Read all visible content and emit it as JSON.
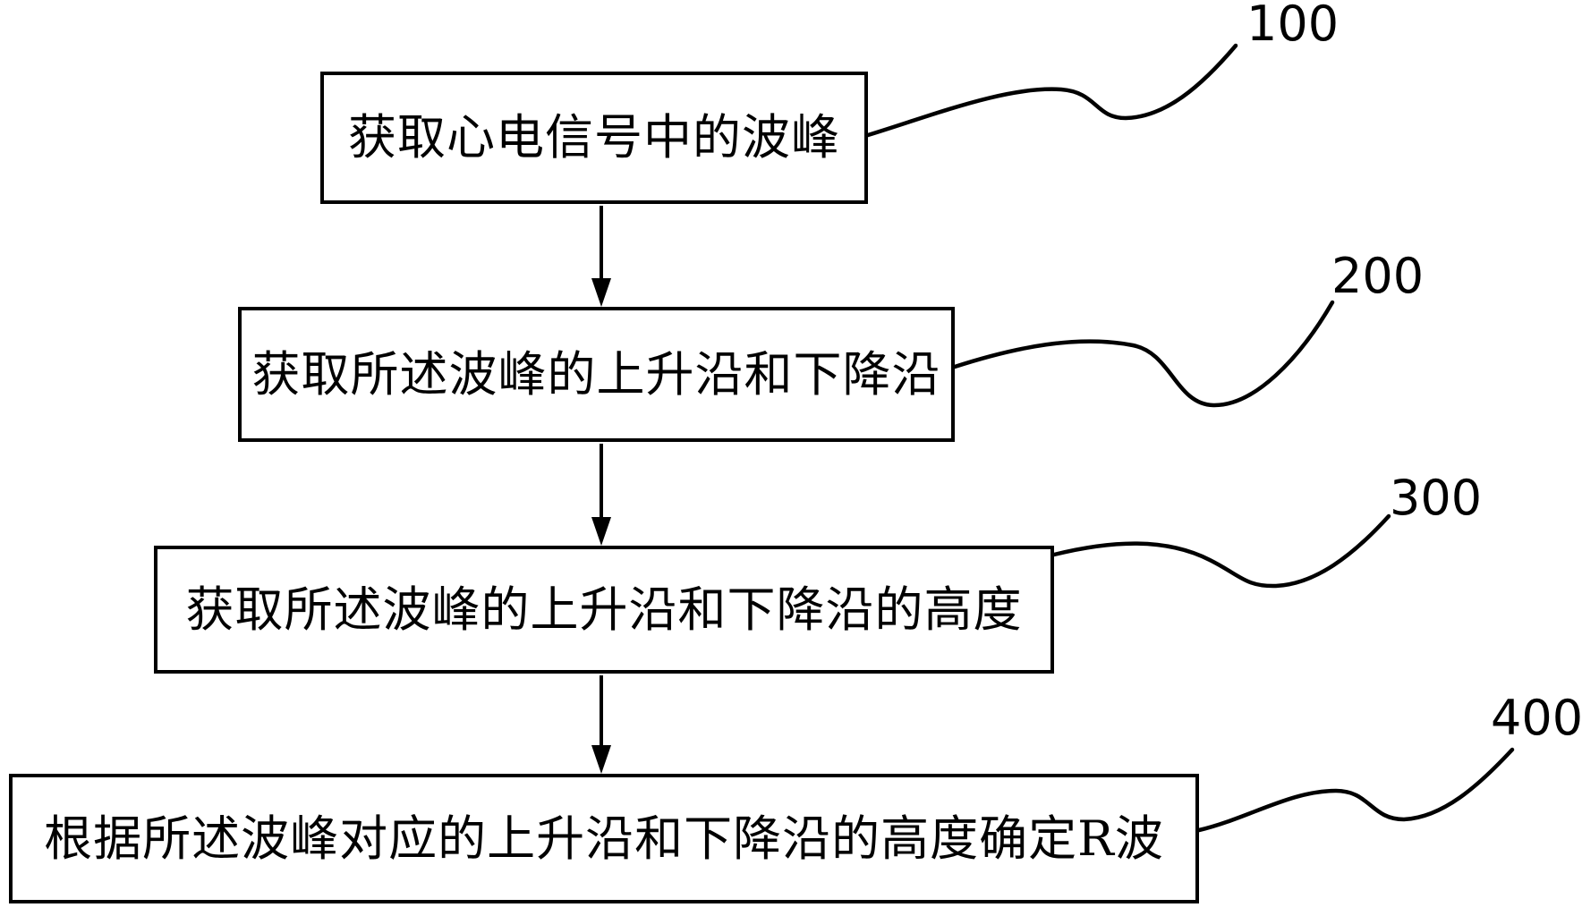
{
  "figure": {
    "type": "flowchart",
    "background_color": "#ffffff",
    "line_color": "#000000",
    "steps": [
      {
        "ref": "100",
        "label": "获取心电信号中的波峰"
      },
      {
        "ref": "200",
        "label": "获取所述波峰的上升沿和下降沿"
      },
      {
        "ref": "300",
        "label": "获取所述波峰的上升沿和下降沿的高度"
      },
      {
        "ref": "400",
        "label": "根据所述波峰对应的上升沿和下降沿的高度确定R波"
      }
    ]
  }
}
